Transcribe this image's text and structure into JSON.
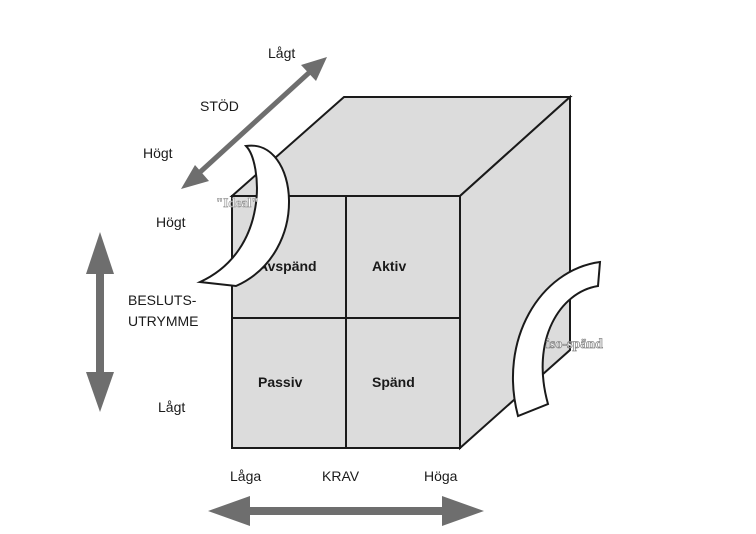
{
  "support_axis": {
    "title": "STÖD",
    "low_label": "Lågt",
    "high_label": "Högt"
  },
  "latitude_axis": {
    "title_line1": "BESLUTS-",
    "title_line2": "UTRYMME",
    "high_label": "Högt",
    "low_label": "Lågt"
  },
  "demand_axis": {
    "title": "KRAV",
    "low_label": "Låga",
    "high_label": "Höga"
  },
  "quadrants": {
    "top_left": "Avspänd",
    "top_right": "Aktiv",
    "bottom_left": "Passiv",
    "bottom_right": "Spänd"
  },
  "arcs": {
    "ideal_label": "\"Ideal\"",
    "iso_label": "iso-spänd"
  },
  "colors": {
    "cube_face": "#dcdcdc",
    "arrow": "#6e6e6e",
    "line": "#1a1a1a"
  }
}
